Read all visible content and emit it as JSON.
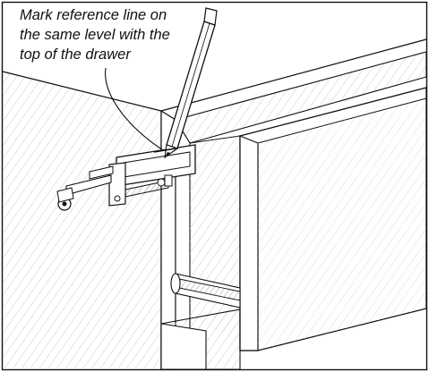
{
  "callout": {
    "lines": [
      "Mark reference  line on",
      "the same level with the",
      "top of the drawer"
    ]
  },
  "parts": {
    "pencil": "pencil",
    "bracket": "slide bracket",
    "slide": "drawer slide rail",
    "cabinet": "cabinet side",
    "drawer": "drawer front"
  },
  "colors": {
    "stroke": "#111111",
    "wall_fill": "#f4f4f4",
    "face_fill": "#ffffff",
    "hatch": "#bdbdbd"
  }
}
